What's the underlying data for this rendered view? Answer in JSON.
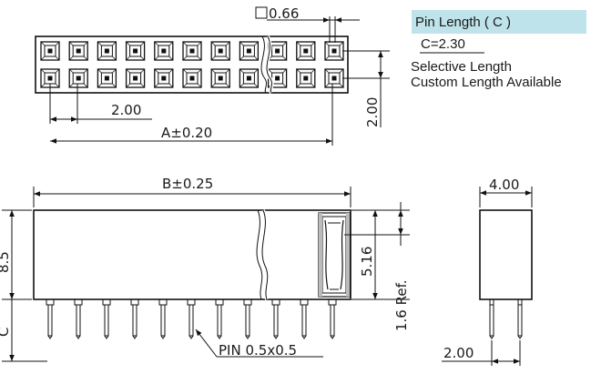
{
  "top_view": {
    "sq_label": "0.66",
    "pitch_label": "2.00",
    "a_label": "A±0.20",
    "row_pitch_label": "2.00",
    "pins_per_row": 11
  },
  "front_view": {
    "b_label": "B±0.25",
    "height_label": "8.5",
    "tail_label": "C",
    "contact_label": "5.16",
    "ref_label": "1.6 Ref.",
    "pin_label": "PIN  0.5x0.5",
    "pin_count": 11
  },
  "side_view": {
    "width_label": "4.00",
    "pitch_label": "2.00"
  },
  "notes": {
    "title": "Pin Length ( C )",
    "value": "C=2.30",
    "line1": "Selective Length",
    "line2": "Custom Length Available",
    "title_bg": "#bfe3ea"
  }
}
